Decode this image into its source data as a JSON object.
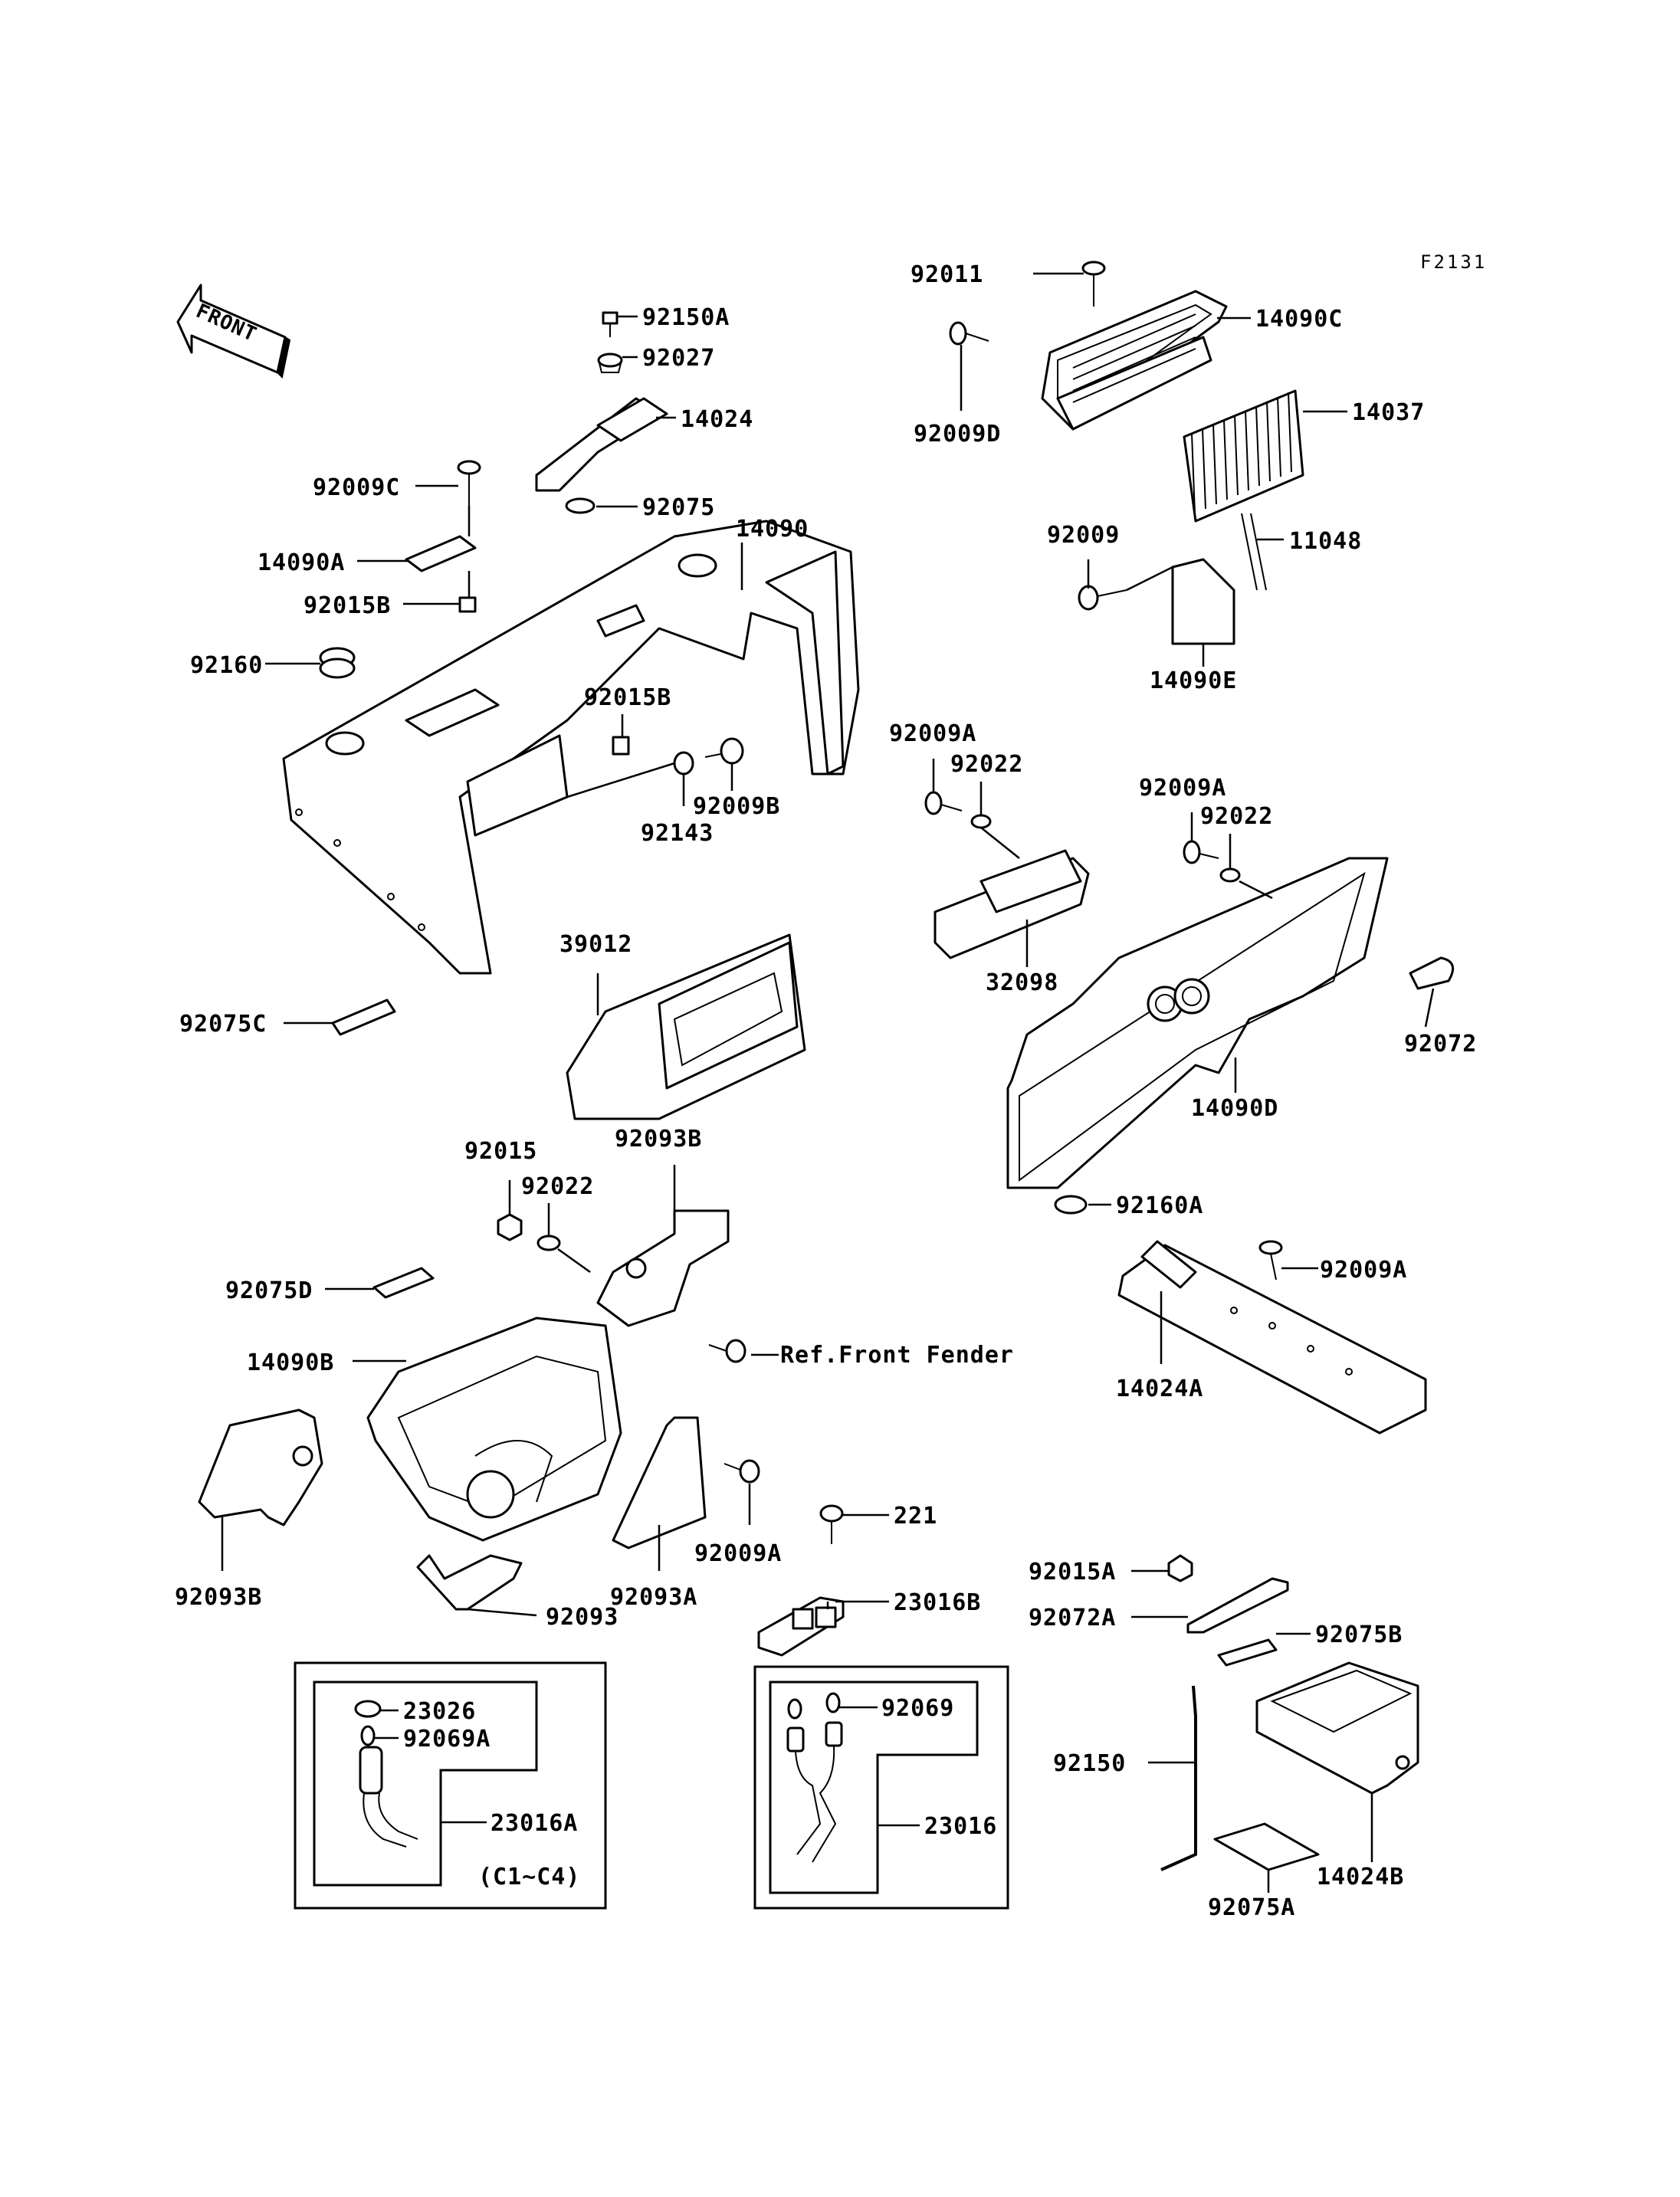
{
  "figure_code": "F2131",
  "front_arrow_label": "FRONT",
  "labels": {
    "p92011": "92011",
    "p14090C": "14090C",
    "p92009D": "92009D",
    "p14037": "14037",
    "p92009": "92009",
    "p11048": "11048",
    "p14090E": "14090E",
    "p92150A": "92150A",
    "p92027": "92027",
    "p14024": "14024",
    "p92075": "92075",
    "p92009C": "92009C",
    "p14090A": "14090A",
    "p92015B_1": "92015B",
    "p14090": "14090",
    "p92160": "92160",
    "p92015B_2": "92015B",
    "p92009B": "92009B",
    "p92143": "92143",
    "p92009A_1": "92009A",
    "p92022_1": "92022",
    "p32098": "32098",
    "p92009A_2": "92009A",
    "p92022_2": "92022",
    "p92072": "92072",
    "p14090D": "14090D",
    "p39012": "39012",
    "p92075C": "92075C",
    "p92015": "92015",
    "p92093B_1": "92093B",
    "p92022_3": "92022",
    "p92075D": "92075D",
    "p14090B": "14090B",
    "ref_front_fender": "Ref.Front Fender",
    "p92160A": "92160A",
    "p92009A_3": "92009A",
    "p14024A": "14024A",
    "p92009A_4": "92009A",
    "p92093B_2": "92093B",
    "p92093A": "92093A",
    "p92093": "92093",
    "p221": "221",
    "p23016B": "23016B",
    "p92015A": "92015A",
    "p92072A": "92072A",
    "p92075B": "92075B",
    "p23026": "23026",
    "p92069A": "92069A",
    "p23016A": "23016A",
    "c1c4": "(C1~C4)",
    "p92069": "92069",
    "p23016": "23016",
    "p92150": "92150",
    "p14024B": "14024B",
    "p92075A": "92075A"
  }
}
